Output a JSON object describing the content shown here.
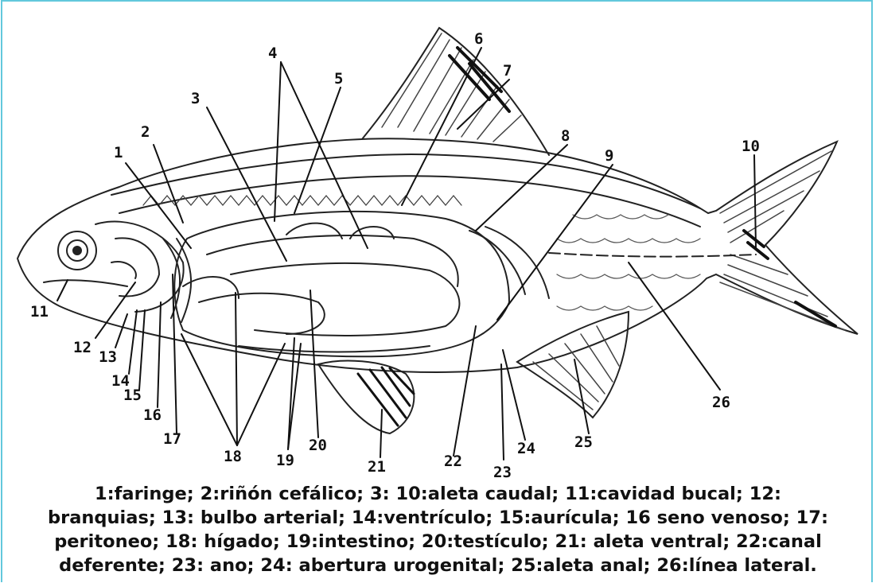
{
  "diagram": {
    "labels": [
      "1",
      "2",
      "3",
      "4",
      "5",
      "6",
      "7",
      "8",
      "9",
      "10",
      "11",
      "12",
      "13",
      "14",
      "15",
      "16",
      "17",
      "18",
      "19",
      "20",
      "21",
      "22",
      "23",
      "24",
      "25",
      "26"
    ]
  },
  "caption": {
    "lines": [
      "1:faringe; 2:riñón cefálico; 3: 10:aleta caudal; 11:cavidad bucal; 12:",
      "branquias; 13: bulbo arterial; 14:ventrículo; 15:aurícula; 16 seno venoso; 17:",
      "peritoneo; 18: hígado; 19:intestino; 20:testículo; 21: aleta ventral; 22:canal",
      "deferente; 23: ano; 24: abertura urogenital; 25:aleta anal; 26:línea lateral."
    ]
  }
}
